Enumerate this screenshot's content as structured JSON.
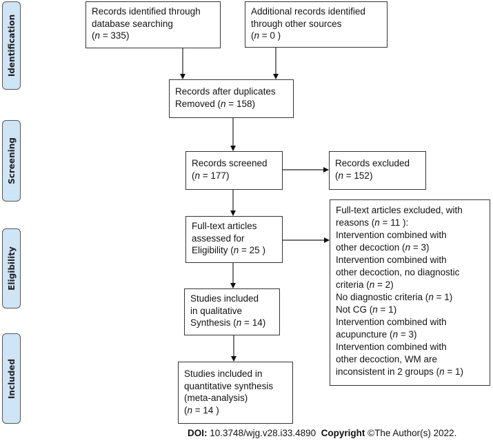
{
  "n_symbol": "n",
  "phases": [
    {
      "id": "identification",
      "label": "Identification"
    },
    {
      "id": "screening",
      "label": "Screening"
    },
    {
      "id": "eligibility",
      "label": "Eligibility"
    },
    {
      "id": "included",
      "label": "Included"
    }
  ],
  "boxes": {
    "database_search": [
      {
        "text": "Records identified through"
      },
      {
        "text": "database searching"
      },
      {
        "pre": "(",
        "n": "335",
        "post": ")"
      }
    ],
    "other_sources": [
      {
        "text": "Additional records identified"
      },
      {
        "text": "through other sources"
      },
      {
        "pre": "(",
        "n": "0",
        "post": " )"
      }
    ],
    "after_duplicates": [
      {
        "text": "Records after duplicates"
      },
      {
        "pre": "Removed (",
        "n": "158",
        "post": ")"
      }
    ],
    "screened": [
      {
        "text": "Records screened"
      },
      {
        "pre": "(",
        "n": "177",
        "post": ")"
      }
    ],
    "excluded": [
      {
        "text": "Records excluded"
      },
      {
        "pre": "(",
        "n": "152",
        "post": ")"
      }
    ],
    "fulltext_assessed": [
      {
        "text": "Full-text articles"
      },
      {
        "text": "assessed for"
      },
      {
        "pre": "Eligibility (",
        "n": "25",
        "post": " )"
      }
    ],
    "fulltext_excluded": [
      {
        "text": "Full-text articles excluded, with"
      },
      {
        "pre": "reasons (",
        "n": "11",
        "post": " ):"
      },
      {
        "text": "Intervention combined with"
      },
      {
        "pre": "other decoction (",
        "n": "3",
        "post": ")"
      },
      {
        "text": "Intervention combined with"
      },
      {
        "text": "other decoction, no diagnostic"
      },
      {
        "pre": "criteria (",
        "n": "2",
        "post": ")"
      },
      {
        "pre": "No diagnostic criteria (",
        "n": "1",
        "post": ")"
      },
      {
        "pre": "Not CG (",
        "n": "1",
        "post": ")"
      },
      {
        "text": "Intervention combined with"
      },
      {
        "pre": "acupuncture (",
        "n": "3",
        "post": ")"
      },
      {
        "text": "Intervention combined with"
      },
      {
        "text": "other decoction, WM are"
      },
      {
        "pre": "inconsistent in 2 groups (",
        "n": "1",
        "post": ")"
      }
    ],
    "qualitative": [
      {
        "text": "Studies included"
      },
      {
        "text": "in qualitative"
      },
      {
        "pre": "Synthesis (",
        "n": "14",
        "post": ")"
      }
    ],
    "quantitative": [
      {
        "text": "Studies included in"
      },
      {
        "text": "quantitative synthesis"
      },
      {
        "text": "(meta-analysis)"
      },
      {
        "pre": "(",
        "n": "14",
        "post": " )"
      }
    ]
  },
  "footer": {
    "doi_label": "DOI:",
    "doi": "10.3748/wjg.v28.i33.4890",
    "copyright_label": "Copyright",
    "copyright": "©The Author(s) 2022."
  }
}
